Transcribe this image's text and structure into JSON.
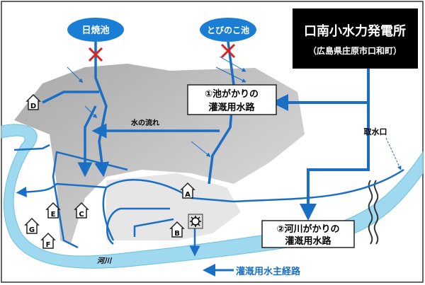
{
  "ponds": [
    {
      "label": "日焼池"
    },
    {
      "label": "とびのこ池"
    }
  ],
  "station": {
    "title": "口南小水力発電所",
    "location": "（広島県庄原市口和町）"
  },
  "labels": {
    "pond_channel_line1": "①池がかりの",
    "pond_channel_line2": "灌漑用水路",
    "river_channel_line1": "②河川がかりの",
    "river_channel_line2": "灌漑用水路",
    "water_flow": "水の流れ",
    "intake": "取水口",
    "river": "河川",
    "main_route": "灌漑用水主経路"
  },
  "houses": [
    "A",
    "B",
    "C",
    "D",
    "E",
    "F",
    "G"
  ],
  "colors": {
    "channel": "#1a6fc4",
    "river": "#9fd9f0",
    "pond": "#1a7fd4",
    "blocked": "#e0201c",
    "terrain": "#b8b8b8"
  }
}
